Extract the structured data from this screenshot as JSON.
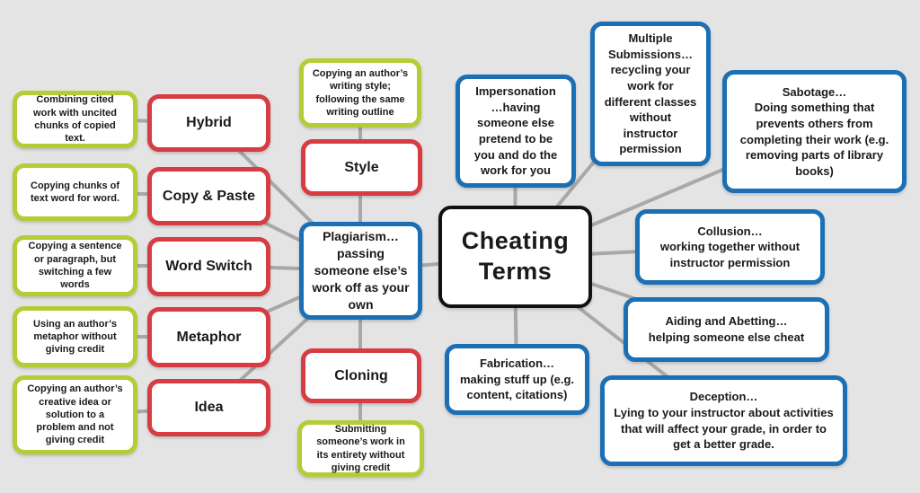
{
  "title": "Cheating Terms",
  "colors": {
    "background": "#e4e4e4",
    "connector": "#a8a8a8",
    "green_border": "#b5cc35",
    "red_border": "#d63c42",
    "blue_border": "#1b6fb5",
    "black_border": "#111111",
    "node_fill": "#ffffff"
  },
  "plagiarism": {
    "node": "Plagiarism…\npassing someone else’s work off as your own",
    "types": [
      {
        "term": "Hybrid",
        "description": "Combining cited work with uncited chunks of copied text."
      },
      {
        "term": "Copy & Paste",
        "description": "Copying chunks of text word for word."
      },
      {
        "term": "Word Switch",
        "description": "Copying a sentence or paragraph, but switching a few words"
      },
      {
        "term": "Metaphor",
        "description": "Using an author’s metaphor without giving credit"
      },
      {
        "term": "Idea",
        "description": "Copying an author’s creative idea or solution to a problem and not giving credit"
      },
      {
        "term": "Style",
        "description": "Copying an author’s writing style; following the same writing outline"
      },
      {
        "term": "Cloning",
        "description": "Submitting someone’s work in its entirety without giving credit"
      }
    ]
  },
  "terms": [
    {
      "name": "Impersonation",
      "text": "Impersonation\n…having someone else pretend to be you and do the work for you"
    },
    {
      "name": "Multiple Submissions",
      "text": "Multiple Submissions…\nrecycling your work for different classes without instructor permission"
    },
    {
      "name": "Sabotage",
      "text": "Sabotage…\nDoing something that prevents others from completing their work (e.g. removing parts of library books)"
    },
    {
      "name": "Collusion",
      "text": "Collusion…\nworking together  without instructor permission"
    },
    {
      "name": "Aiding and Abetting",
      "text": "Aiding and Abetting…\nhelping someone else cheat"
    },
    {
      "name": "Fabrication",
      "text": "Fabrication…\nmaking stuff up (e.g. content, citations)"
    },
    {
      "name": "Deception",
      "text": "Deception…\nLying to your instructor about activities that will affect your grade, in order to get a better grade."
    }
  ]
}
